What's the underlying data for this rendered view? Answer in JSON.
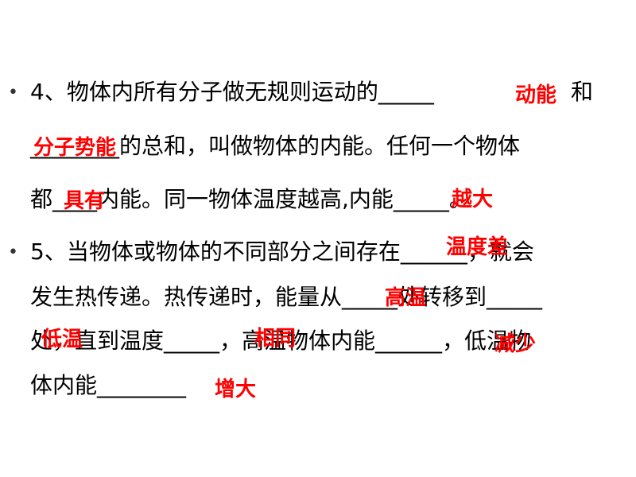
{
  "bullets": [
    "•",
    "•"
  ],
  "q4": {
    "line1": "4、物体内所有分子做无规则运动的_____",
    "line1_end": "和",
    "line2": "________的总和，叫做物体的内能。任何一个物体",
    "line3": "都____内能。同一物体温度越高,内能_____。"
  },
  "q5": {
    "line1": "5、当物体或物体的不同部分之间存在______，就会",
    "line2": "发生热传递。热传递时，能量从_____处转移到_____",
    "line3": "处，直到温度_____，高温物体内能______，低温物",
    "line4": "体内能________"
  },
  "answers": {
    "kinetic_energy": "动能",
    "molecular_potential_energy": "分子势能",
    "has": "具有",
    "larger": "越大",
    "temp_difference": "温度差",
    "high_temp": "高温",
    "low_temp": "低温",
    "same": "相同",
    "decrease": "减少",
    "increase": "增大"
  }
}
